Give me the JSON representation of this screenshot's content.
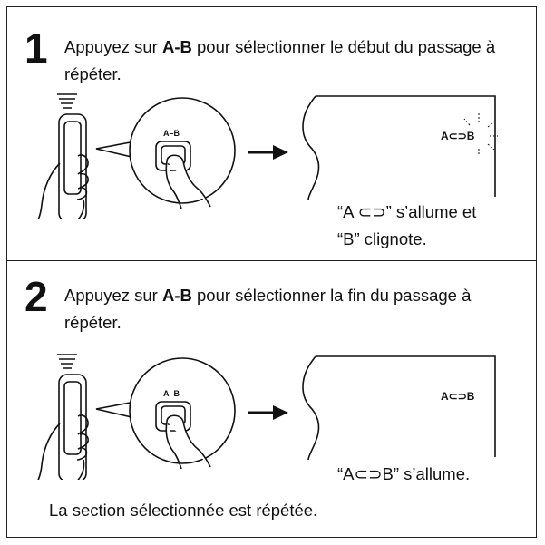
{
  "steps": [
    {
      "number": "1",
      "text_before": "Appuyez sur ",
      "key": "A-B",
      "text_after": " pour sélectionner le début du passage à répéter.",
      "button_label": "A–B",
      "display_indicator": "A⊂⊃B",
      "caption_line1": "“A ⊂⊃” s’allume et",
      "caption_line2": "“B” clignote."
    },
    {
      "number": "2",
      "text_before": "Appuyez sur ",
      "key": "A-B",
      "text_after": " pour sélectionner la fin du passage à répéter.",
      "button_label": "A–B",
      "display_indicator": "A⊂⊃B",
      "caption_line1": "“A⊂⊃B” s’allume."
    }
  ],
  "footer": "La section sélectionnée est répétée."
}
